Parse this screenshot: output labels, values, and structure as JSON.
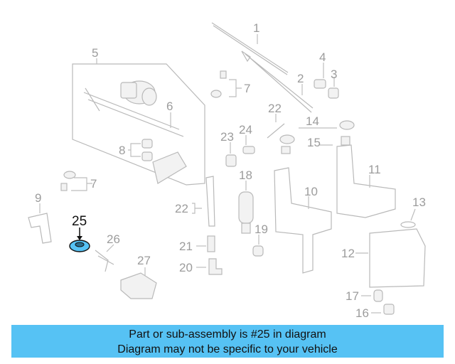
{
  "highlight_color": "#56c2f4",
  "banner": {
    "line1": "Part or sub-assembly is #25 in diagram",
    "line2": "Diagram may not be specific to your vehicle"
  },
  "callouts": {
    "c1": "1",
    "c2": "2",
    "c3": "3",
    "c4": "4",
    "c5": "5",
    "c6": "6",
    "c7a": "7",
    "c7b": "7",
    "c8": "8",
    "c9": "9",
    "c10": "10",
    "c11": "11",
    "c12": "12",
    "c13": "13",
    "c14": "14",
    "c15": "15",
    "c16": "16",
    "c17": "17",
    "c18": "18",
    "c19": "19",
    "c20": "20",
    "c21": "21",
    "c22a": "22",
    "c22b": "22",
    "c23": "23",
    "c24": "24",
    "c25": "25",
    "c26": "26",
    "c27": "27"
  }
}
